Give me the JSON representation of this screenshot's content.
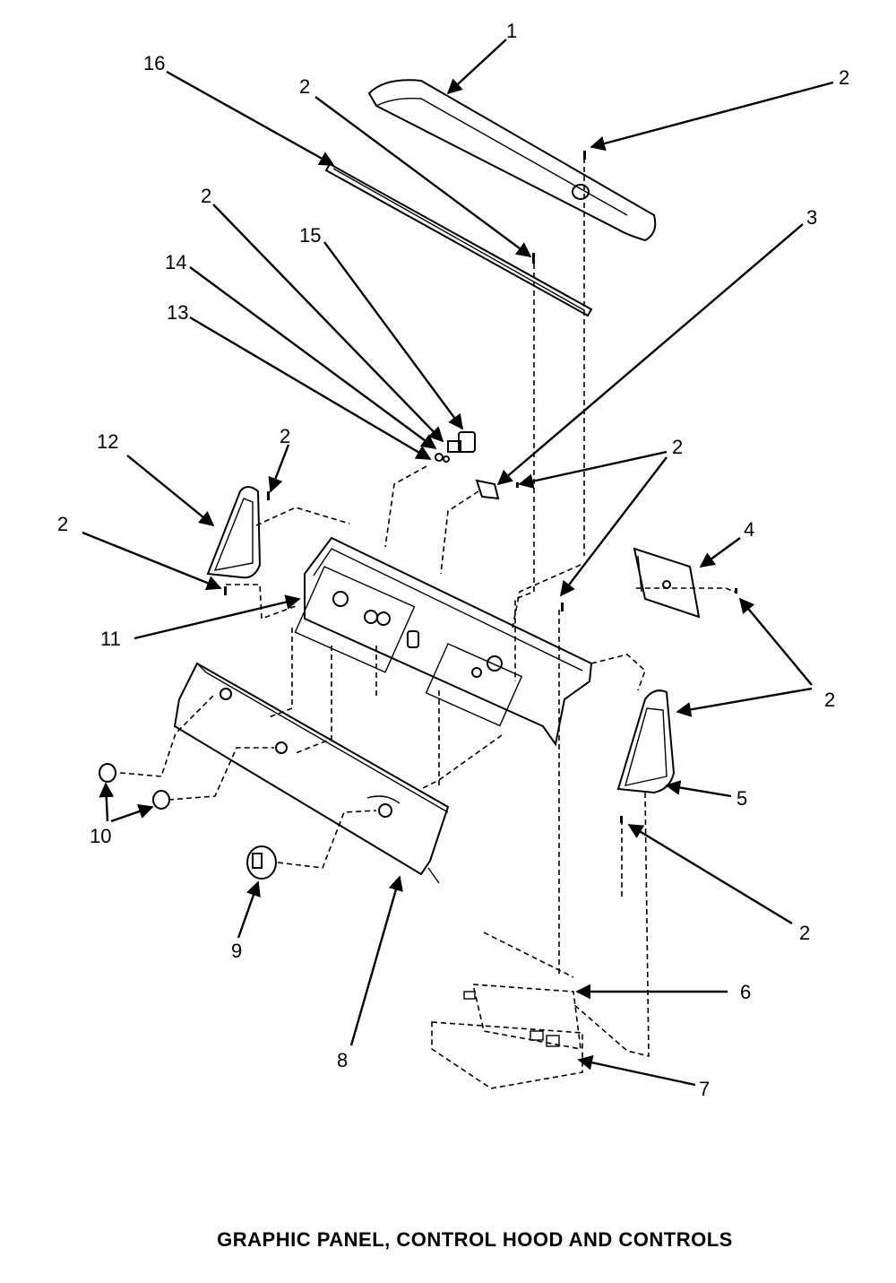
{
  "title": "GRAPHIC PANEL, CONTROL HOOD AND CONTROLS",
  "callouts": [
    {
      "id": "c1",
      "text": "1"
    },
    {
      "id": "c2a",
      "text": "2"
    },
    {
      "id": "c2b",
      "text": "2"
    },
    {
      "id": "c2c",
      "text": "2"
    },
    {
      "id": "c2d",
      "text": "2"
    },
    {
      "id": "c2e",
      "text": "2"
    },
    {
      "id": "c2f",
      "text": "2"
    },
    {
      "id": "c2g",
      "text": "2"
    },
    {
      "id": "c2h",
      "text": "2"
    },
    {
      "id": "c2i",
      "text": "2"
    },
    {
      "id": "c3",
      "text": "3"
    },
    {
      "id": "c4",
      "text": "4"
    },
    {
      "id": "c5",
      "text": "5"
    },
    {
      "id": "c6",
      "text": "6"
    },
    {
      "id": "c7",
      "text": "7"
    },
    {
      "id": "c8",
      "text": "8"
    },
    {
      "id": "c9",
      "text": "9"
    },
    {
      "id": "c10",
      "text": "10"
    },
    {
      "id": "c11",
      "text": "11"
    },
    {
      "id": "c12",
      "text": "12"
    },
    {
      "id": "c13",
      "text": "13"
    },
    {
      "id": "c14",
      "text": "14"
    },
    {
      "id": "c15",
      "text": "15"
    },
    {
      "id": "c16",
      "text": "16"
    }
  ]
}
